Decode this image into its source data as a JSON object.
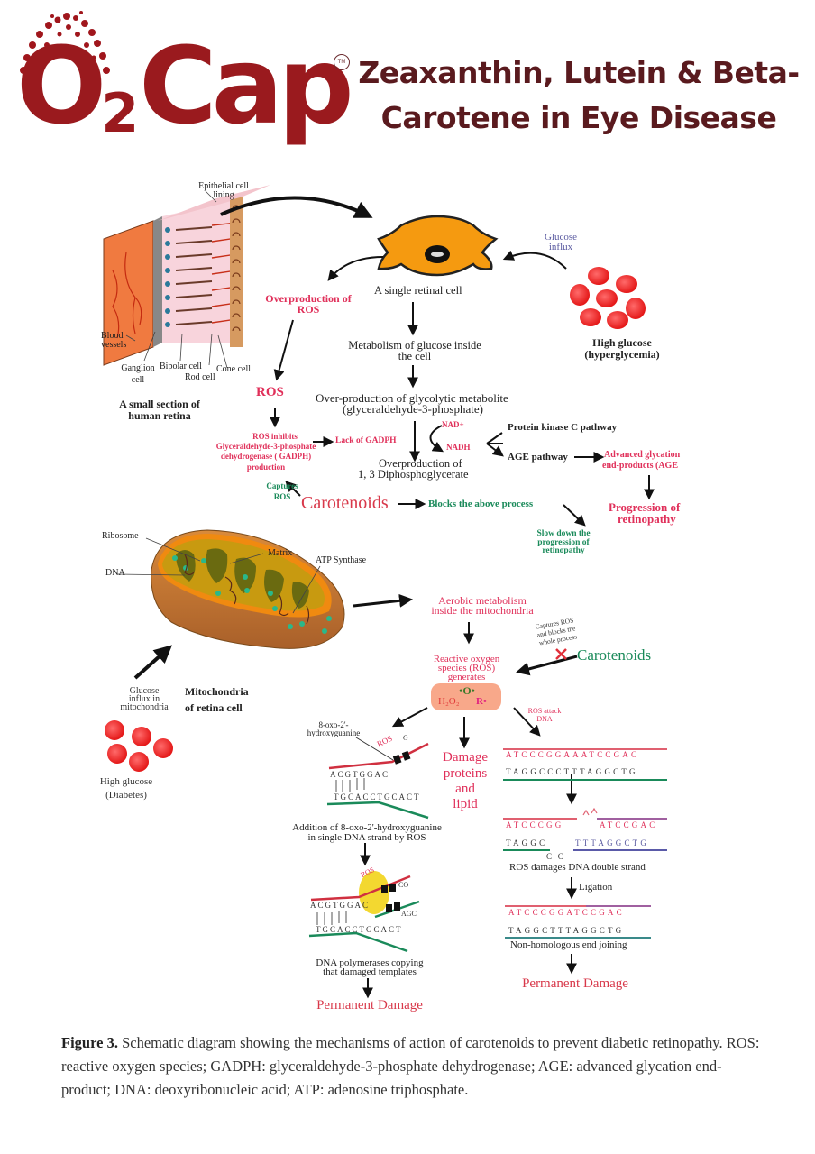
{
  "header": {
    "logo": {
      "text": "O",
      "subscript": "2",
      "text_after": "Cap",
      "trademark": "TM"
    },
    "title": "Zeaxanthin, Lutein & Beta-Carotene in Eye Disease",
    "brand_color": "#9a1a1e",
    "title_color": "#5a1a1e"
  },
  "retina": {
    "labels": {
      "epithelial": "Epithelial cell lining",
      "blood_vessels": "Blood vessels",
      "ganglion": "Ganglion cell",
      "bipolar": "Bipolar cell",
      "cone": "Cone cell",
      "rod": "Rod cell",
      "section_title": "A small section of human retina"
    }
  },
  "top_flow": {
    "single_cell": "A single retinal cell",
    "glucose_influx": "Glucose influx",
    "high_glucose": "High glucose (hyperglycemia)",
    "overproduction_ros": "Overproduction of ROS",
    "metabolism": "Metabolism of glucose inside the cell",
    "ros": "ROS",
    "overproduction_glycolytic_1": "Over-production of glycolytic metabolite",
    "overproduction_glycolytic_2": "(glyceraldehyde-3-phosphate)",
    "nad_plus": "NAD+",
    "nadh": "NADH",
    "protein_kinase": "Protein kinase C pathway",
    "age_pathway": "AGE pathway",
    "age_products_1": "Advanced glycation",
    "age_products_2": "end-products (AGE",
    "progression_1": "Progression of",
    "progression_2": "retinopathy",
    "ros_inhibits": [
      "ROS inhibits",
      "Glyceraldehyde-3-phosphate",
      "dehydrogenase ( GADPH)",
      "production"
    ],
    "lack_gadph": "Lack of GADPH",
    "overproduction_dpg_1": "Overproduction of",
    "overproduction_dpg_2": "1, 3 Diphosphoglycerate",
    "captures_ros": "Captures ROS",
    "carotenoids": "Carotenoids",
    "blocks": "Blocks the above process",
    "slow_down": [
      "Slow down the",
      "progression of",
      "retinopathy"
    ]
  },
  "mito": {
    "ribosome": "Ribosome",
    "dna": "DNA",
    "matrix": "Matrix",
    "atp_synthase": "ATP Synthase",
    "glucose_influx": [
      "Glucose",
      "influx in",
      "mitochondria"
    ],
    "title": [
      "Mitochondria",
      "of retina cell"
    ],
    "high_glucose": [
      "High glucose",
      "(Diabetes)"
    ]
  },
  "bottom_flow": {
    "aerobic": [
      "Aerobic metabolism",
      "inside the mitochondria"
    ],
    "captures_blocks": [
      "Captures ROS",
      "and blocks the",
      "whole process"
    ],
    "carotenoids": "Carotenoids",
    "ros_generates": [
      "Reactive oxygen",
      "species (ROS)",
      "generates"
    ],
    "ros_box": {
      "o": "•O•",
      "h2o2": "H₂O₂",
      "r": "R•"
    },
    "ros_attack": [
      "ROS attack",
      "DNA"
    ],
    "oxo_label": [
      "8-oxo-2'-",
      "hydroxyguanine"
    ],
    "damage_proteins": [
      "Damage",
      "proteins",
      "and",
      "lipid"
    ],
    "ros_small": "ROS",
    "g_small": "G",
    "addition": [
      "Addition of 8-oxo-2'-hydroxyguanine",
      "in single DNA strand by ROS"
    ],
    "polymerases": [
      "DNA polymerases copying",
      "that damaged templates"
    ],
    "permanent_left": "Permanent Damage",
    "ros_damages": "ROS damages DNA double strand",
    "ligation": "Ligation",
    "nhej": "Non-homologous end joining",
    "permanent_right": "Permanent Damage",
    "dna_seq": {
      "single_top": "ACGTGGAC",
      "single_bottom": "TGCACCTGCACT",
      "double_top": "ATCCCGGAAATCCGAC",
      "double_bottom": "TAGGCCCTTTAGGCTG",
      "broken_top_left": "ATCCCGG",
      "broken_top_right": "ATCCGAC",
      "broken_bottom_left": "TAGGC",
      "broken_bottom_right": "TTTAGGCTG",
      "broken_c": "C   C",
      "joined_top": "ATCCCGGATCCGAC",
      "joined_bottom": "TAGGCTTTAGGCTG",
      "copy_extra": "AGC",
      "copy_co": "CO"
    }
  },
  "caption": {
    "label": "Figure 3.",
    "text": "Schematic diagram showing the mechanisms of action of carotenoids to prevent diabetic retinopathy.  ROS: reactive oxygen species; GADPH: glyceraldehyde-3-phosphate dehydrogenase; AGE: advanced glycation end-product; DNA: deoxyribonucleic acid; ATP: adenosine triphosphate."
  }
}
